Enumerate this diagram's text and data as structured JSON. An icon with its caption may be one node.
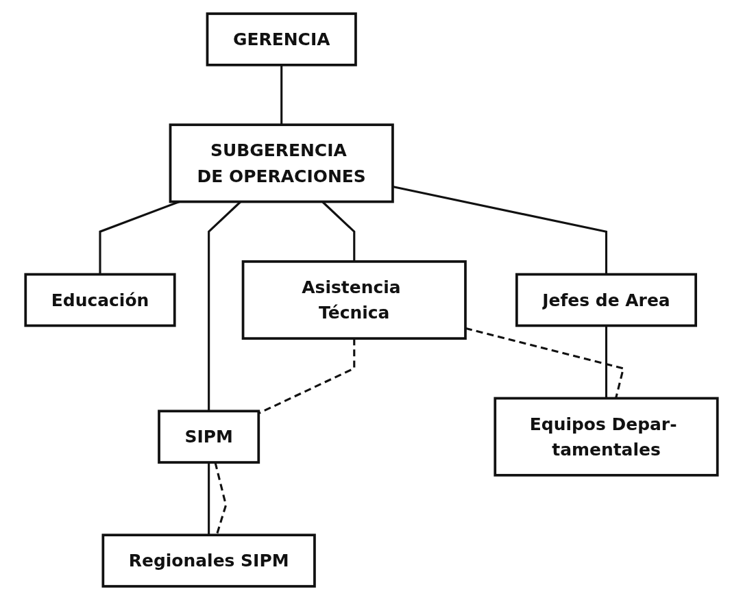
{
  "diagram": {
    "nodes": [
      {
        "text": [
          "GERENCIA"
        ]
      },
      {
        "text": [
          "SUBGERENCIA DE OPERACIONES"
        ]
      },
      {
        "text": [
          "Educación"
        ]
      },
      {
        "text": [
          "Asistencia Técnica"
        ]
      },
      {
        "text": [
          "SIPM"
        ]
      },
      {
        "text": [
          "Jefes de Area"
        ]
      },
      {
        "text": [
          "Equipos Depar- tamentales"
        ]
      },
      {
        "text": [
          "Regionales SIPM"
        ]
      }
    ],
    "edges": [
      {
        "from": 0,
        "to": 1,
        "arrow": "none"
      },
      {
        "from": 1,
        "to": 2,
        "arrow": "none"
      },
      {
        "from": 1,
        "to": 3,
        "arrow": "none"
      },
      {
        "from": 1,
        "to": 4,
        "arrow": "none"
      },
      {
        "from": 1,
        "to": 5,
        "arrow": "none"
      },
      {
        "from": 5,
        "to": 6,
        "arrow": "none"
      },
      {
        "from": 3,
        "to": 6,
        "arrow": "none",
        "style": "dashed"
      },
      {
        "from": 3,
        "to": 4,
        "arrow": "none",
        "style": "dashed"
      },
      {
        "from": 4,
        "to": 7,
        "arrow": "none"
      },
      {
        "from": 4,
        "to": 7,
        "arrow": "none",
        "style": "dashed"
      }
    ]
  }
}
